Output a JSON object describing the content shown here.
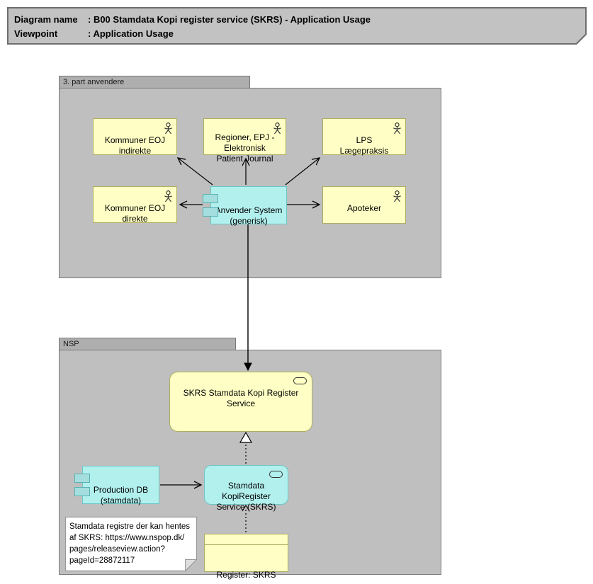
{
  "title": {
    "rows": [
      {
        "label": "Diagram name",
        "value": ": B00 Stamdata Kopi register service (SKRS) - Application Usage"
      },
      {
        "label": "Viewpoint",
        "value": ": Application Usage"
      }
    ]
  },
  "groups": {
    "third_party": {
      "label": "3. part anvendere"
    },
    "nsp": {
      "label": "NSP"
    }
  },
  "nodes": {
    "kommuner_indirekte": {
      "label": "Kommuner EOJ\nindirekte",
      "type": "actor"
    },
    "regioner": {
      "label": "Regioner, EPJ -\nElektronisk\nPatient Journal",
      "type": "actor"
    },
    "lps": {
      "label": "LPS\nLægepraksis",
      "type": "actor"
    },
    "kommuner_direkte": {
      "label": "Kommuner EOJ\ndirekte",
      "type": "actor"
    },
    "anvender_system": {
      "label": "Anvender System\n(generisk)",
      "type": "component"
    },
    "apoteker": {
      "label": "Apoteker",
      "type": "actor"
    },
    "skrs_service": {
      "label": "SKRS Stamdata Kopi Register\nService",
      "type": "service"
    },
    "production_db": {
      "label": "Production DB\n(stamdata)",
      "type": "component"
    },
    "stamdata_kopiregister": {
      "label": "Stamdata\nKopiRegister\nService (SKRS)",
      "type": "service"
    },
    "register_skrs": {
      "label": "Register: SKRS",
      "type": "deliverable"
    }
  },
  "note": {
    "text": "Stamdata registre der kan hentes\naf SKRS: https://www.nspop.dk/\npages/releaseview.action?\npageId=28872117"
  },
  "colors": {
    "group_fill": "#bfbfbf",
    "group_tab_fill": "#aeaeae",
    "title_fill": "#c2c2c2",
    "actor_fill": "#ffffc5",
    "actor_border": "#aeae62",
    "component_fill": "#b2f0ee",
    "component_border": "#6cc6c6",
    "arrow": "#000000",
    "note_fill": "#ffffff"
  }
}
